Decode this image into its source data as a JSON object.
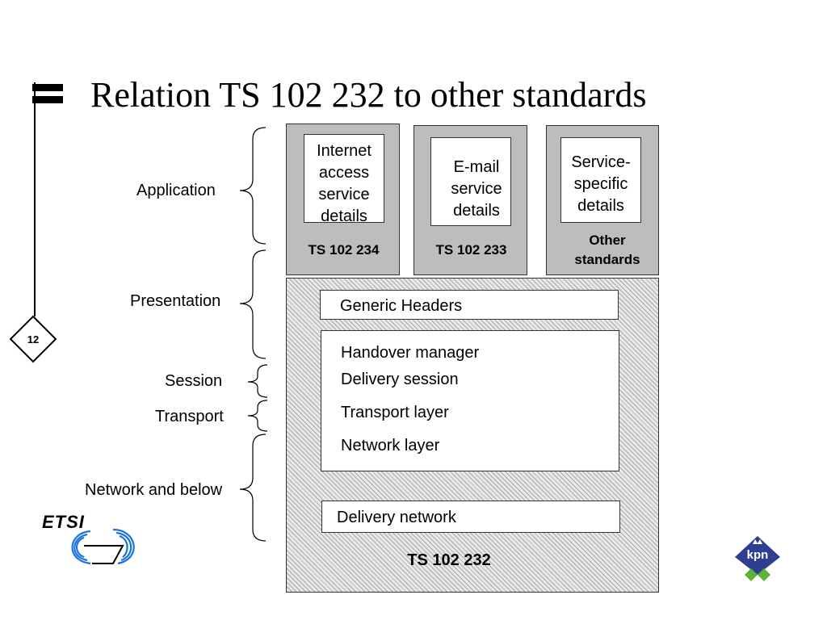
{
  "slide": {
    "title": "Relation TS 102 232 to other standards",
    "page_number": "12"
  },
  "layers": {
    "application": "Application",
    "presentation": "Presentation",
    "session": "Session",
    "transport": "Transport",
    "network": "Network and below"
  },
  "top_boxes": [
    {
      "inner": "Internet access service details",
      "label": "TS 102 234"
    },
    {
      "inner": "E-mail service details",
      "label": "TS 102 233"
    },
    {
      "inner": "Service-specific details",
      "label": "Other standards"
    }
  ],
  "main_box": {
    "generic_headers": "Generic Headers",
    "core_lines": [
      "Handover manager",
      "Delivery session",
      "Transport layer",
      "Network layer"
    ],
    "delivery_network": "Delivery network",
    "label": "TS 102 232"
  },
  "logos": {
    "etsi": "ETSI",
    "kpn": "kpn"
  }
}
